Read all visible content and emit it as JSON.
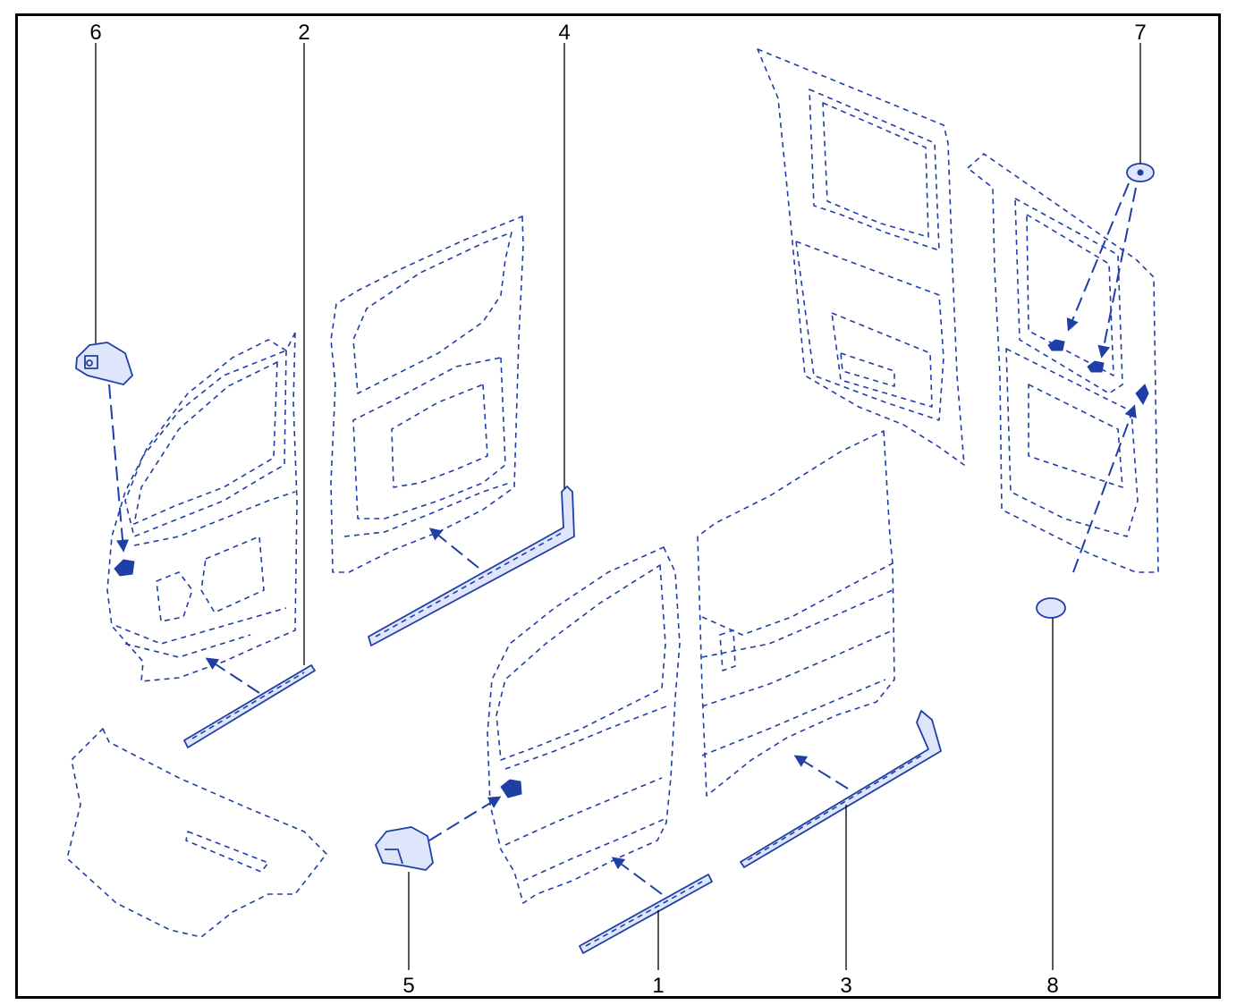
{
  "callouts": [
    {
      "id": "6",
      "text": "6"
    },
    {
      "id": "2",
      "text": "2"
    },
    {
      "id": "4",
      "text": "4"
    },
    {
      "id": "7",
      "text": "7"
    },
    {
      "id": "5",
      "text": "5"
    },
    {
      "id": "1",
      "text": "1"
    },
    {
      "id": "3",
      "text": "3"
    },
    {
      "id": "8",
      "text": "8"
    }
  ],
  "colors": {
    "linework": "#1f3fa6",
    "frame": "#000000",
    "background": "#ffffff"
  }
}
